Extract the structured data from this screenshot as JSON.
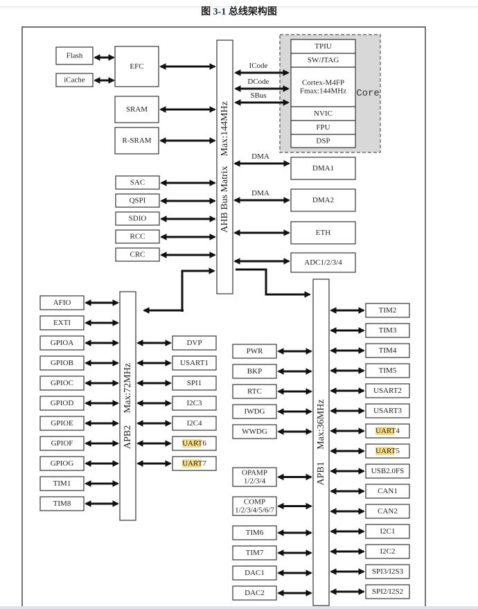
{
  "caption": {
    "prefix": "图",
    "number": "3-1",
    "title": "总线架构图"
  },
  "core": {
    "label": "Core",
    "blocks": [
      "TPIU",
      "SW/JTAG",
      "Cortex-M4FP|Fmax:144MHz",
      "NVIC",
      "FPU",
      "DSP"
    ]
  },
  "buses": {
    "ahb": "AHB Bus Matrix    Max:144MHz",
    "apb2": "APB2     Max:72MHz",
    "apb1": "APB1     Max:36MHz"
  },
  "core_links": [
    "ICode",
    "DCode",
    "SBus"
  ],
  "ahb_left": {
    "memory": [
      "Flash",
      "iCache"
    ],
    "controllers": [
      "EFC",
      "SRAM",
      "R-SRAM"
    ],
    "peripherals": [
      "SAC",
      "QSPI",
      "SDIO",
      "RCC",
      "CRC"
    ]
  },
  "ahb_right": [
    {
      "name": "DMA1",
      "link": "DMA"
    },
    {
      "name": "DMA2",
      "link": "DMA"
    },
    {
      "name": "ETH",
      "link": ""
    },
    {
      "name": "ADC1/2/3/4",
      "link": ""
    }
  ],
  "apb2_left": [
    "AFIO",
    "EXTI",
    "GPIOA",
    "GPIOB",
    "GPIOC",
    "GPIOD",
    "GPIOE",
    "GPIOF",
    "GPIOG",
    "TIM1",
    "TIM8"
  ],
  "apb2_right": [
    {
      "name": "DVP"
    },
    {
      "name": "USART1"
    },
    {
      "name": "SPI1"
    },
    {
      "name": "I2C3"
    },
    {
      "name": "I2C4"
    },
    {
      "name": "UART6",
      "highlight": "UART"
    },
    {
      "name": "UART7",
      "highlight": "UART"
    }
  ],
  "apb1_left": [
    "PWR",
    "BKP",
    "RTC",
    "IWDG",
    "WWDG",
    "OPAMP|1/2/3/4",
    "COMP|1/2/3/4/5/6/7",
    "TIM6",
    "TIM7",
    "DAC1",
    "DAC2"
  ],
  "apb1_right": [
    {
      "name": "TIM2"
    },
    {
      "name": "TIM3"
    },
    {
      "name": "TIM4"
    },
    {
      "name": "TIM5"
    },
    {
      "name": "USART2"
    },
    {
      "name": "USART3"
    },
    {
      "name": "UART4",
      "highlight": "UART"
    },
    {
      "name": "UART5",
      "highlight": "UART"
    },
    {
      "name": "USB2.0FS"
    },
    {
      "name": "CAN1"
    },
    {
      "name": "CAN2"
    },
    {
      "name": "I2C1"
    },
    {
      "name": "I2C2"
    },
    {
      "name": "SPI3/I2S3"
    },
    {
      "name": "SPI2/I2S2"
    }
  ],
  "colors": {
    "highlight": "#f6d56b",
    "core_bg": "#d8d8d8"
  }
}
